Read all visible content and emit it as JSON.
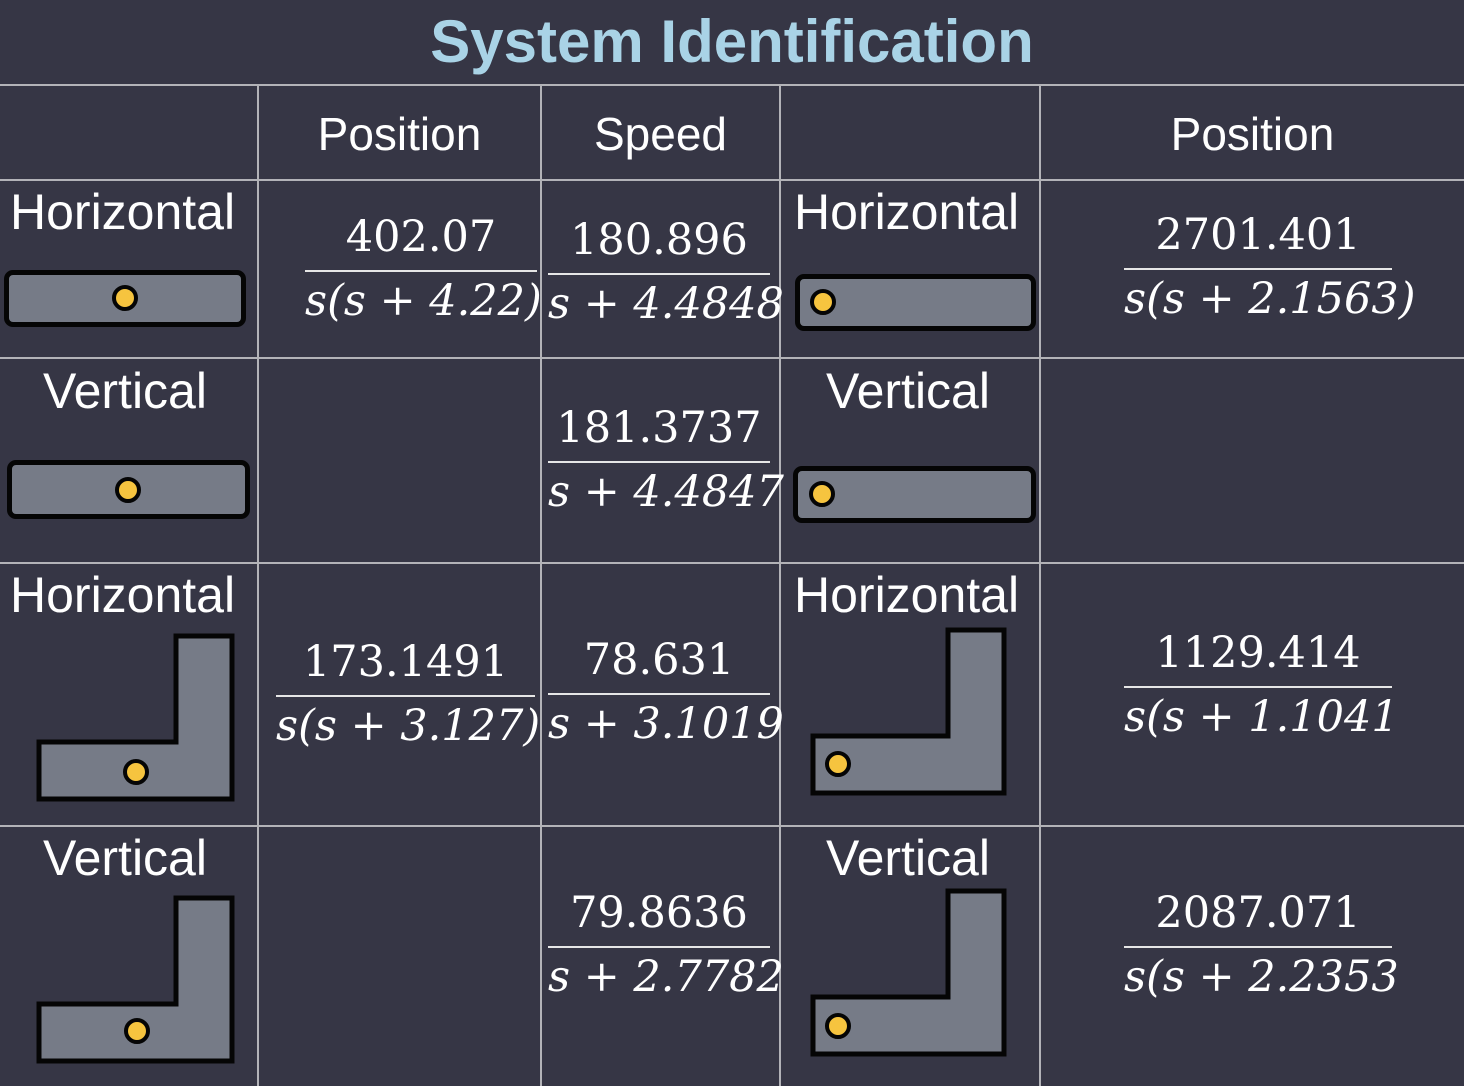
{
  "title": "System Identification",
  "column_headers": {
    "position_1": "Position",
    "speed": "Speed",
    "position_2": "Position"
  },
  "rows": [
    {
      "label_left": "Horizontal",
      "label_right": "Horizontal",
      "bar_type": "straight",
      "position_1": {
        "numerator": "402.07",
        "denominator": "s(s + 4.22)"
      },
      "speed": {
        "numerator": "180.896",
        "denominator": "s + 4.4848"
      },
      "position_2": {
        "numerator": "2701.401",
        "denominator": "s(s + 2.1563)"
      }
    },
    {
      "label_left": "Vertical",
      "label_right": "Vertical",
      "bar_type": "straight",
      "position_1": null,
      "speed": {
        "numerator": "181.3737",
        "denominator": "s + 4.4847"
      },
      "position_2": null
    },
    {
      "label_left": "Horizontal",
      "label_right": "Horizontal",
      "bar_type": "L-shaped",
      "position_1": {
        "numerator": "173.1491",
        "denominator": "s(s + 3.127)"
      },
      "speed": {
        "numerator": "78.631",
        "denominator": "s + 3.1019"
      },
      "position_2": {
        "numerator": "1129.414",
        "denominator": "s(s + 1.1041"
      }
    },
    {
      "label_left": "Vertical",
      "label_right": "Vertical",
      "bar_type": "L-shaped",
      "position_1": null,
      "speed": {
        "numerator": "79.8636",
        "denominator": "s + 2.7782"
      },
      "position_2": {
        "numerator": "2087.071",
        "denominator": "s(s + 2.2353"
      }
    }
  ],
  "colors": {
    "background": "#363645",
    "title": "#a9d3e6",
    "grid": "#b3b3b8",
    "bar_fill": "#767b87",
    "pivot": "#f6c43f"
  }
}
